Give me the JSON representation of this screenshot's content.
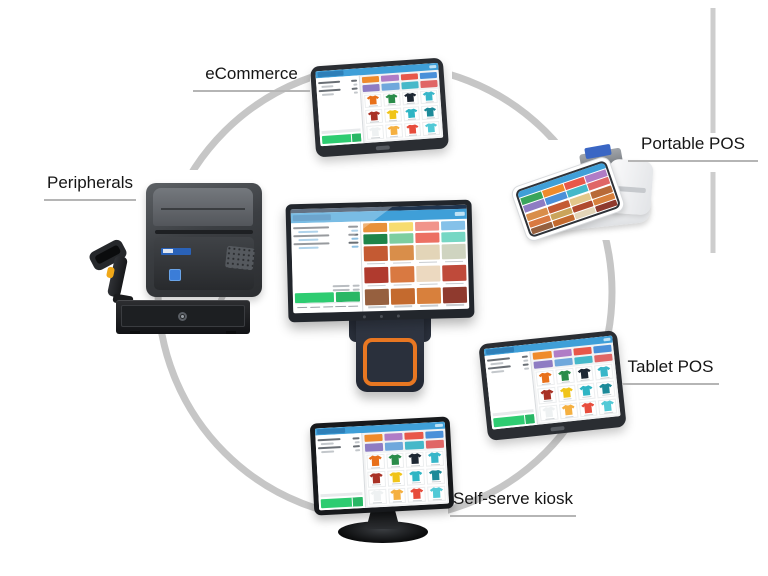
{
  "diagram": {
    "description": "POS ecosystem ring diagram",
    "nodes": {
      "ecommerce": {
        "label": "eCommerce"
      },
      "portable_pos": {
        "label": "Portable POS"
      },
      "tablet_pos": {
        "label": "Tablet POS"
      },
      "self_serve_kiosk": {
        "label": "Self-serve kiosk"
      },
      "peripherals": {
        "label": "Peripherals"
      }
    }
  },
  "colors": {
    "ring": "#c6c6c6",
    "underline": "#b5b5b5",
    "label_text": "#161616",
    "app_header_blue": "#3f9fd8",
    "app_header_tab": "#2e7fb8",
    "pay_green": "#2ecc71",
    "pay_green_dark": "#29b765",
    "tablet_frame": "#2a2d32",
    "kiosk_frame": "#17191c",
    "terminal_stand_navy": "#2b313d",
    "terminal_stand_orange": "#e87722",
    "printer_body": "#3b3e42",
    "printer_blue_logo": "#2a62b8",
    "printer_blue_button": "#3b7dd8",
    "drawer_black": "#1d1f22",
    "scanner_black": "#26282b",
    "scanner_trigger_yellow": "#f0a818",
    "portable_card_blue": "#3a66c4"
  },
  "shirt_app": {
    "categories_row1": [
      "#ef8b2c",
      "#b07cc6",
      "#e8584a",
      "#4a90d9"
    ],
    "categories_row2": [
      "#8e7cc3",
      "#6fa8dc",
      "#45b8c9",
      "#e06666"
    ],
    "shirts": [
      "#e8701a",
      "#2a8c4a",
      "#1d2733",
      "#38b6c9",
      "#a93226",
      "#f0c419",
      "#2fb5c4",
      "#1d8a99",
      "#eef1f2",
      "#f5b041",
      "#e74c3c",
      "#52c9d6"
    ]
  },
  "food_app": {
    "categories_row1": [
      "#e8913a",
      "#f7dc6f",
      "#f1948a",
      "#85c1e9"
    ],
    "categories_row2": [
      "#1e8449",
      "#7dcea0",
      "#ec7063",
      "#76d7c4"
    ],
    "foods": [
      "#c45a33",
      "#d98e4a",
      "#e3d5b8",
      "#cfd4c0",
      "#b03a2e",
      "#d97941",
      "#ecd9c0",
      "#bf4a3a",
      "#96603f",
      "#c46a2e",
      "#d8803c",
      "#8f3a2e"
    ]
  },
  "portable_app": {
    "categories": [
      "#3aa55c",
      "#ef8b2c",
      "#e8584a",
      "#b07cc6",
      "#8e7cc3",
      "#4a90d9",
      "#45b8c9",
      "#e06666"
    ],
    "items": [
      "#d98e4a",
      "#c45a33",
      "#e3c78a",
      "#b86a38",
      "#d97941",
      "#caa45a",
      "#b04a2e",
      "#d8803c",
      "#96603f",
      "#c46a2e",
      "#e3d5b8",
      "#8f3a2e"
    ]
  }
}
